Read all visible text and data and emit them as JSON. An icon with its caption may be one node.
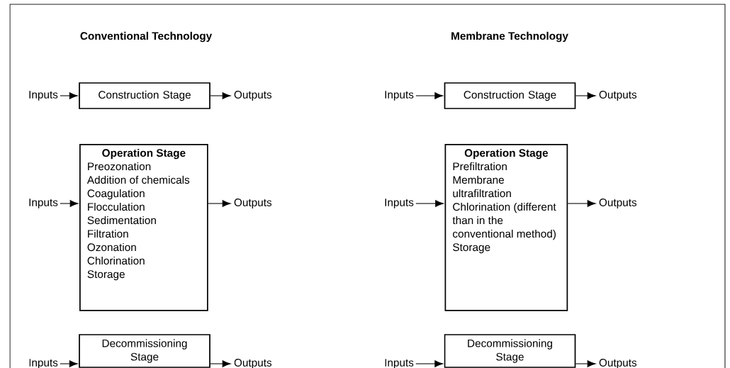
{
  "diagram": {
    "nodes": [
      {
        "text": [
          "Inputs"
        ]
      },
      {
        "text": [
          "Construction Stage"
        ]
      },
      {
        "text": [
          "Outputs"
        ]
      },
      {
        "text": [
          "Inputs"
        ]
      },
      {
        "text": [
          "Construction Stage"
        ]
      },
      {
        "text": [
          "Outputs"
        ]
      },
      {
        "text": [
          "Inputs"
        ]
      },
      {
        "text": [
          "Operation Stage",
          "Preozonation",
          "Addition of chemicals",
          "Coagulation",
          "Flocculation",
          "Sedimentation",
          "Filtration",
          "Ozonation",
          "Chlorination",
          "Storage"
        ]
      },
      {
        "text": [
          "Outputs"
        ]
      },
      {
        "text": [
          "Inputs"
        ]
      },
      {
        "text": [
          "Operation Stage",
          "Prefiltration",
          "Membrane ultrafiltration",
          "Chlorination (different than in the conventional method)",
          "Storage"
        ]
      },
      {
        "text": [
          "Outputs"
        ]
      },
      {
        "text": [
          "Inputs"
        ]
      },
      {
        "text": [
          "Decommissioning Stage"
        ]
      },
      {
        "text": [
          "Outputs"
        ]
      },
      {
        "text": [
          "Inputs"
        ]
      },
      {
        "text": [
          "Decommissioning Stage"
        ]
      },
      {
        "text": [
          "Outputs"
        ]
      }
    ],
    "edges": [
      {
        "from": 0,
        "to": 1,
        "arrow": "to"
      },
      {
        "from": 1,
        "to": 2,
        "arrow": "to"
      },
      {
        "from": 3,
        "to": 4,
        "arrow": "to"
      },
      {
        "from": 4,
        "to": 5,
        "arrow": "to"
      },
      {
        "from": 6,
        "to": 7,
        "arrow": "to"
      },
      {
        "from": 7,
        "to": 8,
        "arrow": "to"
      },
      {
        "from": 9,
        "to": 10,
        "arrow": "to"
      },
      {
        "from": 10,
        "to": 11,
        "arrow": "to"
      },
      {
        "from": 12,
        "to": 13,
        "arrow": "to"
      },
      {
        "from": 13,
        "to": 14,
        "arrow": "to"
      },
      {
        "from": 15,
        "to": 16,
        "arrow": "to"
      },
      {
        "from": 16,
        "to": 17,
        "arrow": "to"
      }
    ],
    "labels": [
      "Conventional Technology",
      "Membrane Technology"
    ]
  }
}
